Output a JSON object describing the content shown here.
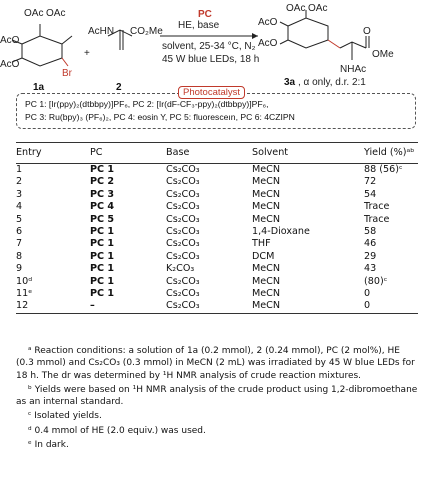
{
  "scheme": {
    "r1_groups": [
      "OAc",
      "OAc",
      "AcO",
      "AcO",
      "Br"
    ],
    "r2_groups": [
      "AcHN",
      "CO₂Me"
    ],
    "label1": "1a",
    "label2": "2",
    "plus": "+",
    "arrow_top": "PC",
    "arrow_line1": "HE, base",
    "arrow_line2": "solvent, 25-34 °C, N₂",
    "arrow_line3": "45 W blue LEDs, 18 h",
    "product_groups": [
      "OAc",
      "OAc",
      "AcO",
      "AcO",
      "O",
      "OMe",
      "NHAc"
    ],
    "product_label": "3a",
    "product_note": ", α only, d.r. 2:1"
  },
  "photocatalyst": {
    "title": "Photocatalyst",
    "line1": "PC 1: [Ir(ppy)₂(dtbbpy)]PF₆, PC 2: [Ir(dF-CF₃-ppy)₂(dtbbpy)]PF₆,",
    "line2": "PC 3: Ru(bpy)₃ (PF₆)₂, PC 4: eosin Y, PC 5: fluoresceın, PC 6: 4CZIPN"
  },
  "table": {
    "headers": [
      "Entry",
      "PC",
      "Base",
      "Solvent",
      "Yield (%)ᵃᵇ"
    ],
    "rows": [
      [
        "1",
        "PC 1",
        "Cs₂CO₃",
        "MeCN",
        "88 (56)ᶜ"
      ],
      [
        "2",
        "PC 2",
        "Cs₂CO₃",
        "MeCN",
        "72"
      ],
      [
        "3",
        "PC 3",
        "Cs₂CO₃",
        "MeCN",
        "54"
      ],
      [
        "4",
        "PC 4",
        "Cs₂CO₃",
        "MeCN",
        "Trace"
      ],
      [
        "5",
        "PC 5",
        "Cs₂CO₃",
        "MeCN",
        "Trace"
      ],
      [
        "6",
        "PC 1",
        "Cs₂CO₃",
        "1,4-Dioxane",
        "58"
      ],
      [
        "7",
        "PC 1",
        "Cs₂CO₃",
        "THF",
        "46"
      ],
      [
        "8",
        "PC 1",
        "Cs₂CO₃",
        "DCM",
        "29"
      ],
      [
        "9",
        "PC 1",
        "K₂CO₃",
        "MeCN",
        "43"
      ],
      [
        "10ᵈ",
        "PC 1",
        "Cs₂CO₃",
        "MeCN",
        "(80)ᶜ"
      ],
      [
        "11ᵉ",
        "PC 1",
        "Cs₂CO₃",
        "MeCN",
        "0"
      ],
      [
        "12",
        "–",
        "Cs₂CO₃",
        "MeCN",
        "0"
      ]
    ]
  },
  "notes": {
    "a": "ᵃ Reaction conditions: a solution of 1a (0.2 mmol), 2 (0.24 mmol), PC (2 mol%), HE (0.3 mmol) and Cs₂CO₃ (0.3 mmol) in MeCN (2 mL) was irradiated by 45 W blue LEDs for 18 h. The dr was determined by ¹H NMR analysis of crude reaction mixtures.",
    "b": "ᵇ Yields were based on ¹H NMR analysis of the crude product using 1,2-dibromoethane as an internal standard.",
    "c": "ᶜ Isolated yields.",
    "d": "ᵈ 0.4 mmol of HE (2.0 equiv.) was used.",
    "e": "ᵉ In dark."
  }
}
